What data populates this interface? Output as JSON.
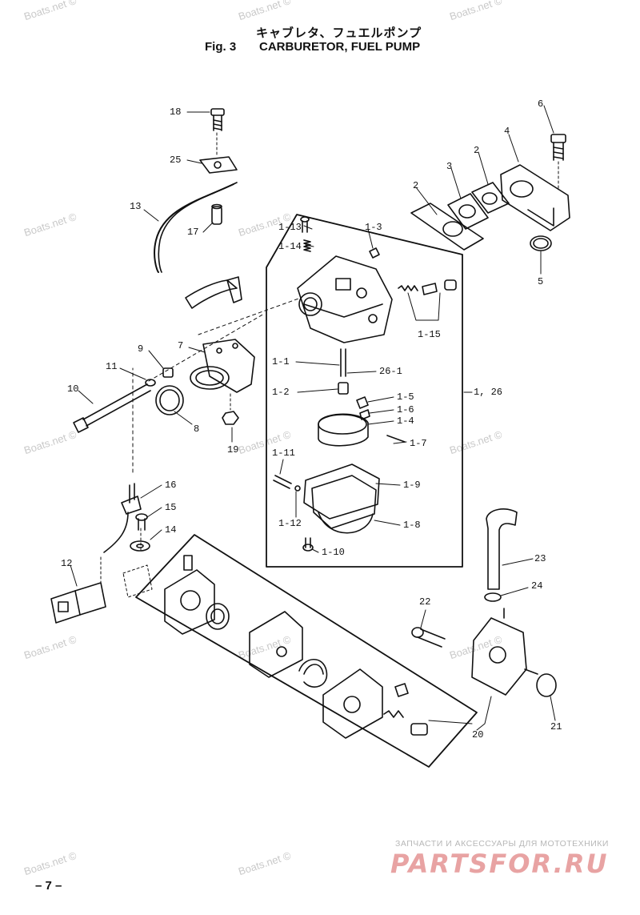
{
  "header": {
    "japanese_title": "キャブレタ、フュエルポンプ",
    "fig_label": "Fig. 3",
    "fig_title": "CARBURETOR, FUEL PUMP"
  },
  "watermark": "Boats.net ©",
  "callouts": [
    {
      "id": "18",
      "text": "18"
    },
    {
      "id": "25",
      "text": "25"
    },
    {
      "id": "13",
      "text": "13"
    },
    {
      "id": "17",
      "text": "17"
    },
    {
      "id": "9",
      "text": "9"
    },
    {
      "id": "7",
      "text": "7"
    },
    {
      "id": "11",
      "text": "11"
    },
    {
      "id": "10",
      "text": "10"
    },
    {
      "id": "8",
      "text": "8"
    },
    {
      "id": "19",
      "text": "19"
    },
    {
      "id": "16",
      "text": "16"
    },
    {
      "id": "15",
      "text": "15"
    },
    {
      "id": "14",
      "text": "14"
    },
    {
      "id": "12",
      "text": "12"
    },
    {
      "id": "6",
      "text": "6"
    },
    {
      "id": "4",
      "text": "4"
    },
    {
      "id": "2a",
      "text": "2"
    },
    {
      "id": "3",
      "text": "3"
    },
    {
      "id": "2b",
      "text": "2"
    },
    {
      "id": "5",
      "text": "5"
    },
    {
      "id": "1-13",
      "text": "1-13"
    },
    {
      "id": "1-3",
      "text": "1-3"
    },
    {
      "id": "1-14",
      "text": "1-14"
    },
    {
      "id": "1-15",
      "text": "1-15"
    },
    {
      "id": "1-1",
      "text": "1-1"
    },
    {
      "id": "26-1",
      "text": "26-1"
    },
    {
      "id": "1-2",
      "text": "1-2"
    },
    {
      "id": "1-5",
      "text": "1-5"
    },
    {
      "id": "1-6",
      "text": "1-6"
    },
    {
      "id": "1-4",
      "text": "1-4"
    },
    {
      "id": "1-7",
      "text": "1-7"
    },
    {
      "id": "1,26",
      "text": "1, 26"
    },
    {
      "id": "1-11",
      "text": "1-11"
    },
    {
      "id": "1-9",
      "text": "1-9"
    },
    {
      "id": "1-12",
      "text": "1-12"
    },
    {
      "id": "1-8",
      "text": "1-8"
    },
    {
      "id": "1-10",
      "text": "1-10"
    },
    {
      "id": "23",
      "text": "23"
    },
    {
      "id": "24",
      "text": "24"
    },
    {
      "id": "22",
      "text": "22"
    },
    {
      "id": "21",
      "text": "21"
    },
    {
      "id": "20",
      "text": "20"
    }
  ],
  "footer": {
    "page_number": "– 7 –",
    "brand_subtitle": "ЗАПЧАСТИ И АКСЕССУАРЫ ДЛЯ МОТОТЕХНИКИ",
    "brand_logo": "PARTSFOR.RU"
  }
}
